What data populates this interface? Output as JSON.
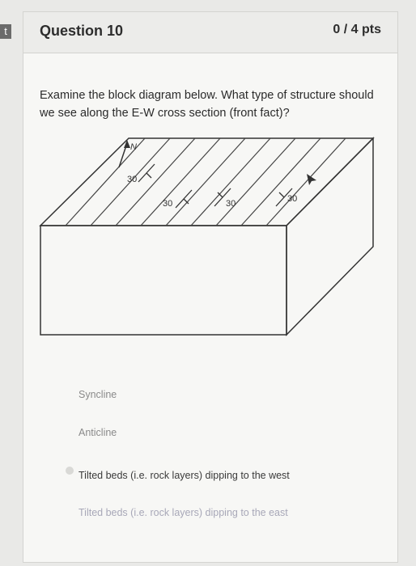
{
  "side_tab": "t",
  "question": {
    "title": "Question 10",
    "points": "0 / 4 pts",
    "prompt": "Examine the block diagram below. What type of structure should we see along the E-W cross section (front fact)?"
  },
  "diagram": {
    "north_label": "N",
    "strike_dip_labels": [
      "30",
      "30",
      "30",
      "30"
    ]
  },
  "answers": [
    {
      "label": "Syncline"
    },
    {
      "label": "Anticline"
    },
    {
      "label": "Tilted beds (i.e. rock layers) dipping to the west"
    },
    {
      "label": "Tilted beds (i.e. rock layers) dipping to the east"
    }
  ]
}
